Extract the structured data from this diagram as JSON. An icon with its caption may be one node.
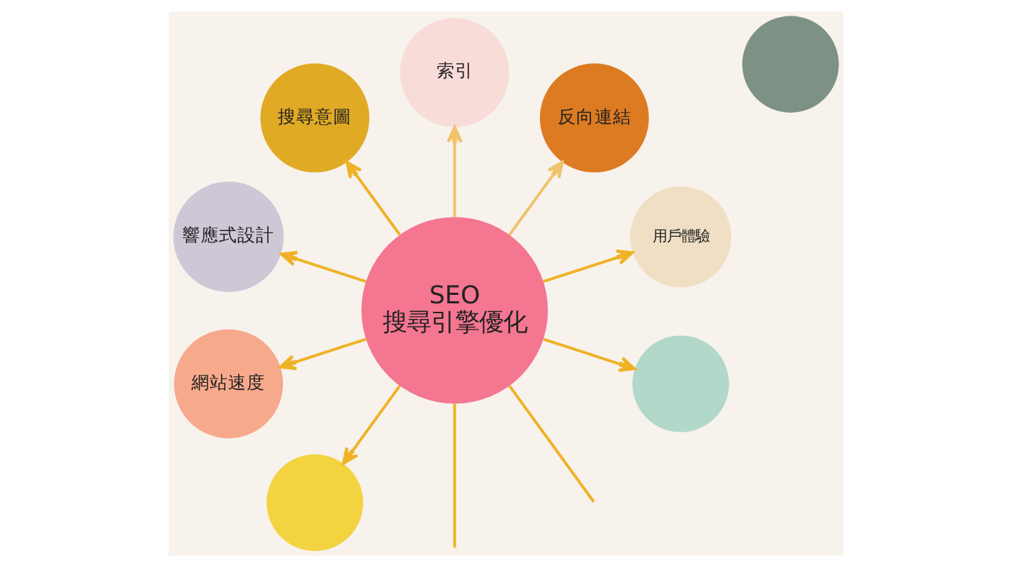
{
  "diagram": {
    "nodes": [
      {
        "text": [
          "搜尋意圖"
        ]
      },
      {
        "text": [
          "索引"
        ]
      },
      {
        "text": [
          "反向連結"
        ]
      },
      {
        "text": [
          "響應式設計"
        ]
      },
      {
        "text": [
          "SEO",
          "搜尋引擎優化"
        ]
      },
      {
        "text": [
          "用戶體驗"
        ]
      },
      {
        "text": [
          "網站速度"
        ]
      },
      {
        "text": [],
        "shape": "circle"
      },
      {
        "text": [],
        "shape": "circle"
      },
      {
        "text": [],
        "shape": "circle"
      }
    ],
    "edges": [
      {
        "from": 4,
        "to": 3,
        "arrow": "to"
      },
      {
        "from": 4,
        "to": 0,
        "arrow": "to"
      },
      {
        "from": 4,
        "to": 1,
        "arrow": "to",
        "color": "#f0c36a"
      },
      {
        "from": 4,
        "to": 2,
        "arrow": "to",
        "color": "#f0c36a"
      },
      {
        "from": 4,
        "to": 5,
        "arrow": "to"
      },
      {
        "from": 4,
        "to": 9,
        "arrow": "to"
      },
      {
        "from": 4,
        "to": null,
        "arrow": "none"
      },
      {
        "from": 4,
        "to": null,
        "arrow": "none"
      },
      {
        "from": 4,
        "to": 7,
        "arrow": "to"
      },
      {
        "from": 4,
        "to": 6,
        "arrow": "to"
      }
    ]
  }
}
